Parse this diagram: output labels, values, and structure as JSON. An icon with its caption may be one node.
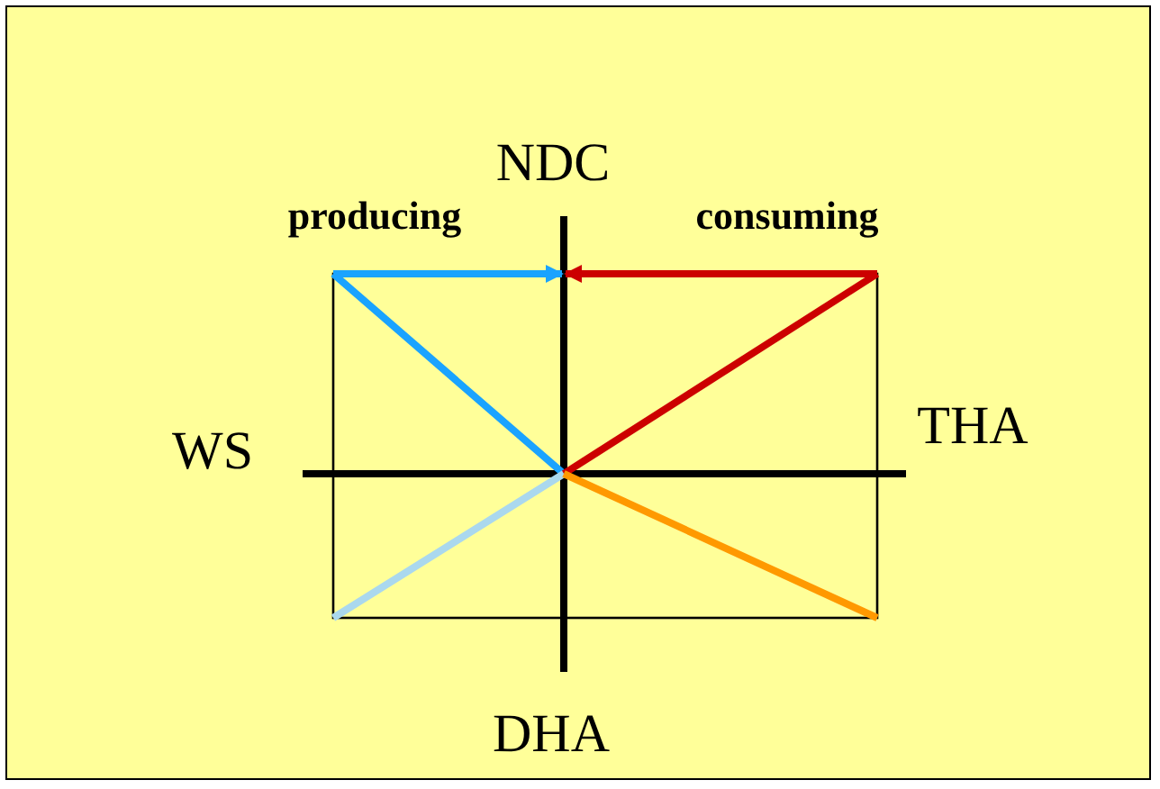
{
  "diagram": {
    "labels": [
      "NDC",
      "producing",
      "consuming",
      "WS",
      "THA",
      "DHA"
    ]
  }
}
